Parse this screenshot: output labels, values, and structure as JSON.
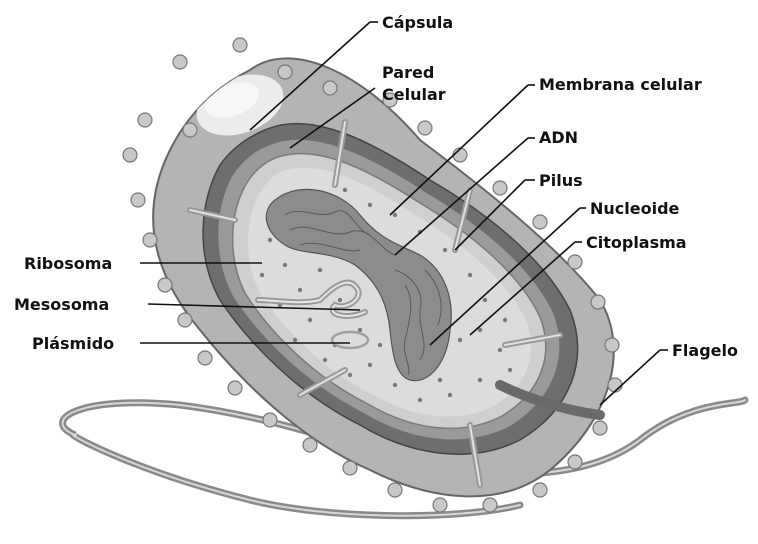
{
  "diagram": {
    "labels": {
      "capsula": "Cápsula",
      "pared_line1": "Pared",
      "pared_line2": "Celular",
      "membrana": "Membrana celular",
      "adn": "ADN",
      "pilus": "Pilus",
      "nucleoide": "Nucleoide",
      "citoplasma": "Citoplasma",
      "ribosoma": "Ribosoma",
      "mesosoma": "Mesosoma",
      "plasmido": "Plásmido",
      "flagelo": "Flagelo"
    },
    "colors": {
      "capsule": "#b4b4b4",
      "capsule_light": "#e8e8e8",
      "wall_dark": "#6e6e6e",
      "wall_mid": "#9a9a9a",
      "membrane": "#cfcfcf",
      "cytoplasm": "#dcdcdc",
      "nucleoid": "#8c8c8c",
      "ribosome": "#7a7a7a",
      "flagellum": "#8a8a8a",
      "line": "#111111"
    }
  }
}
